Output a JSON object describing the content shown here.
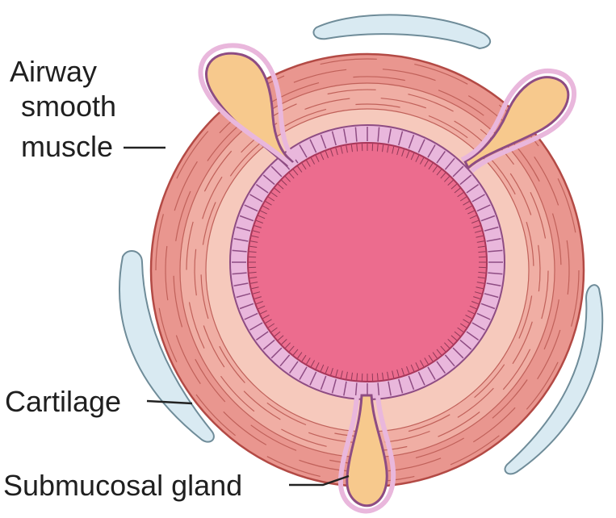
{
  "labels": {
    "smooth_muscle": [
      "Airway",
      "smooth",
      "muscle"
    ],
    "cartilage": "Cartilage",
    "submucosal_gland": "Submucosal gland"
  },
  "colors": {
    "muscle_outer": "#e9968f",
    "muscle_mid": "#f0aea4",
    "muscle_inner": "#f6c9bc",
    "line": "#b34a45",
    "epithelium": "#e9b7dc",
    "epithelium_line": "#8e4c83",
    "lumen": "#ec6c8e",
    "gland_fill": "#f7c98d",
    "cartilage_fill": "#d9eaf2",
    "cartilage_line": "#6f8c99"
  }
}
